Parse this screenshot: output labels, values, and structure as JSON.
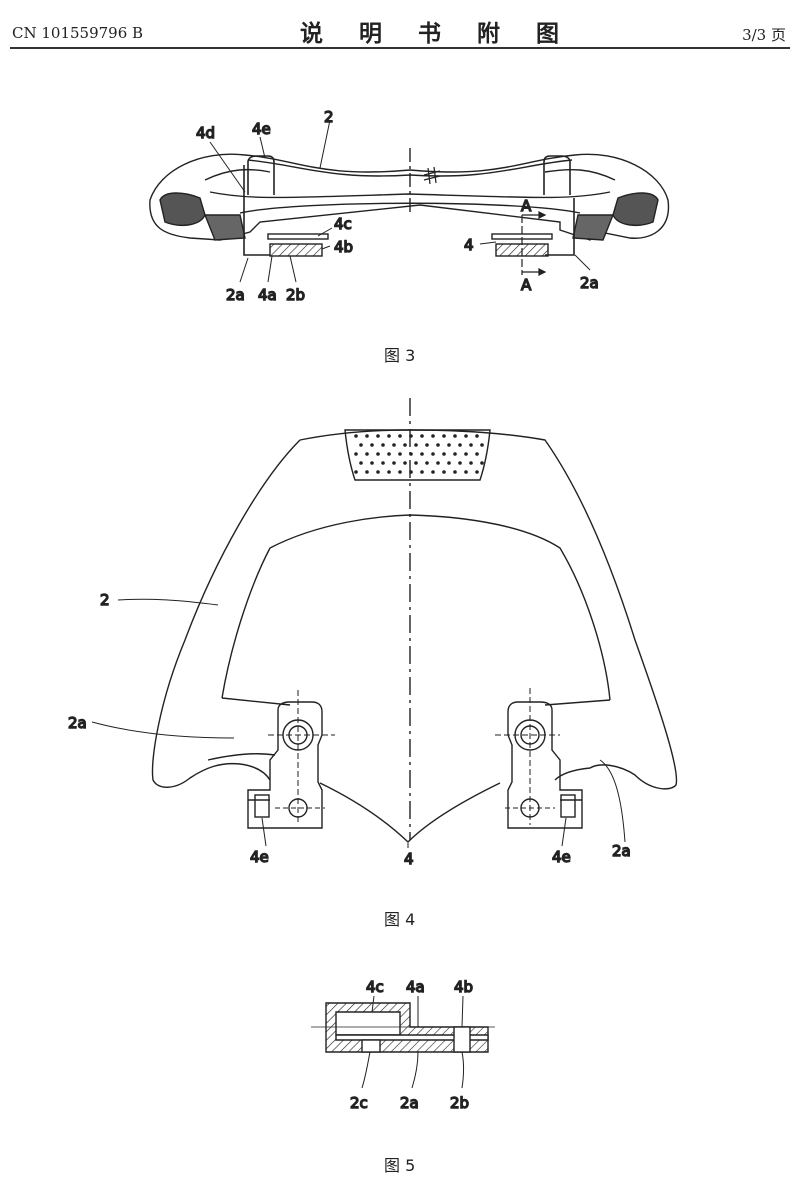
{
  "header": {
    "publication_number": "CN 101559796 B",
    "title": "说 明 书 附 图",
    "page": "3/3 页"
  },
  "figures": [
    {
      "caption": "图 3",
      "labels": {
        "l_4d": "4d",
        "l_4e": "4e",
        "l_2": "2",
        "l_4c": "4c",
        "l_4b": "4b",
        "l_2a_left": "2a",
        "l_4a": "4a",
        "l_2b": "2b",
        "l_A_top": "A",
        "l_A_bottom": "A",
        "l_4": "4",
        "l_2a_right": "2a"
      }
    },
    {
      "caption": "图 4",
      "labels": {
        "l_2": "2",
        "l_2a_left": "2a",
        "l_4e_left": "4e",
        "l_4": "4",
        "l_4e_right": "4e",
        "l_2a_right": "2a"
      }
    },
    {
      "caption": "图 5",
      "labels": {
        "l_4c": "4c",
        "l_4a": "4a",
        "l_4b": "4b",
        "l_2c": "2c",
        "l_2a": "2a",
        "l_2b": "2b"
      }
    }
  ]
}
